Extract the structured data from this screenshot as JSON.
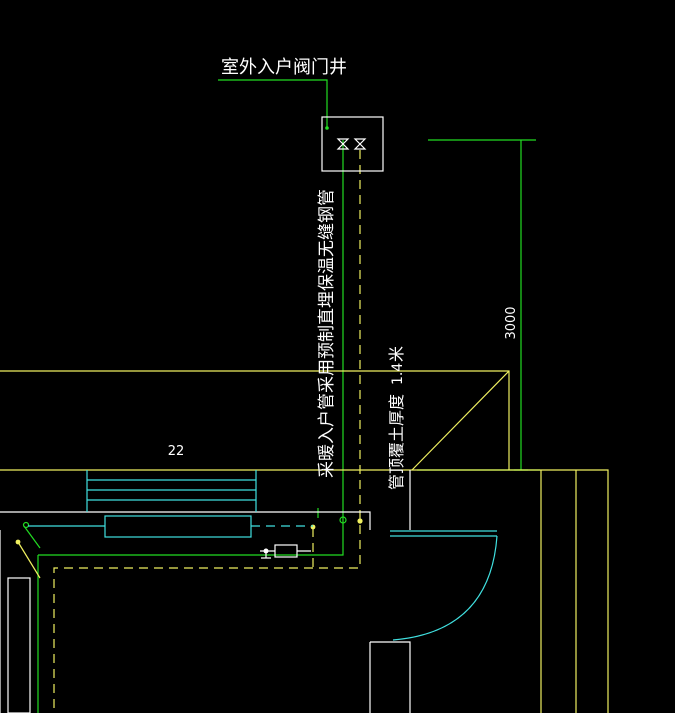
{
  "labels": {
    "valve_well": "室外入户阀门井",
    "pipe_note": "采暖入户管采用预制直埋保温无缝钢管",
    "dimension": "3000",
    "room_number": "22",
    "cover_prefix": "管顶覆土厚度",
    "cover_value": "1.4",
    "cover_unit": "米"
  },
  "colors": {
    "background": "#000000",
    "green": "#22dd22",
    "yellow": "#f0f060",
    "white": "#ffffff",
    "cyan": "#40e0e0"
  }
}
